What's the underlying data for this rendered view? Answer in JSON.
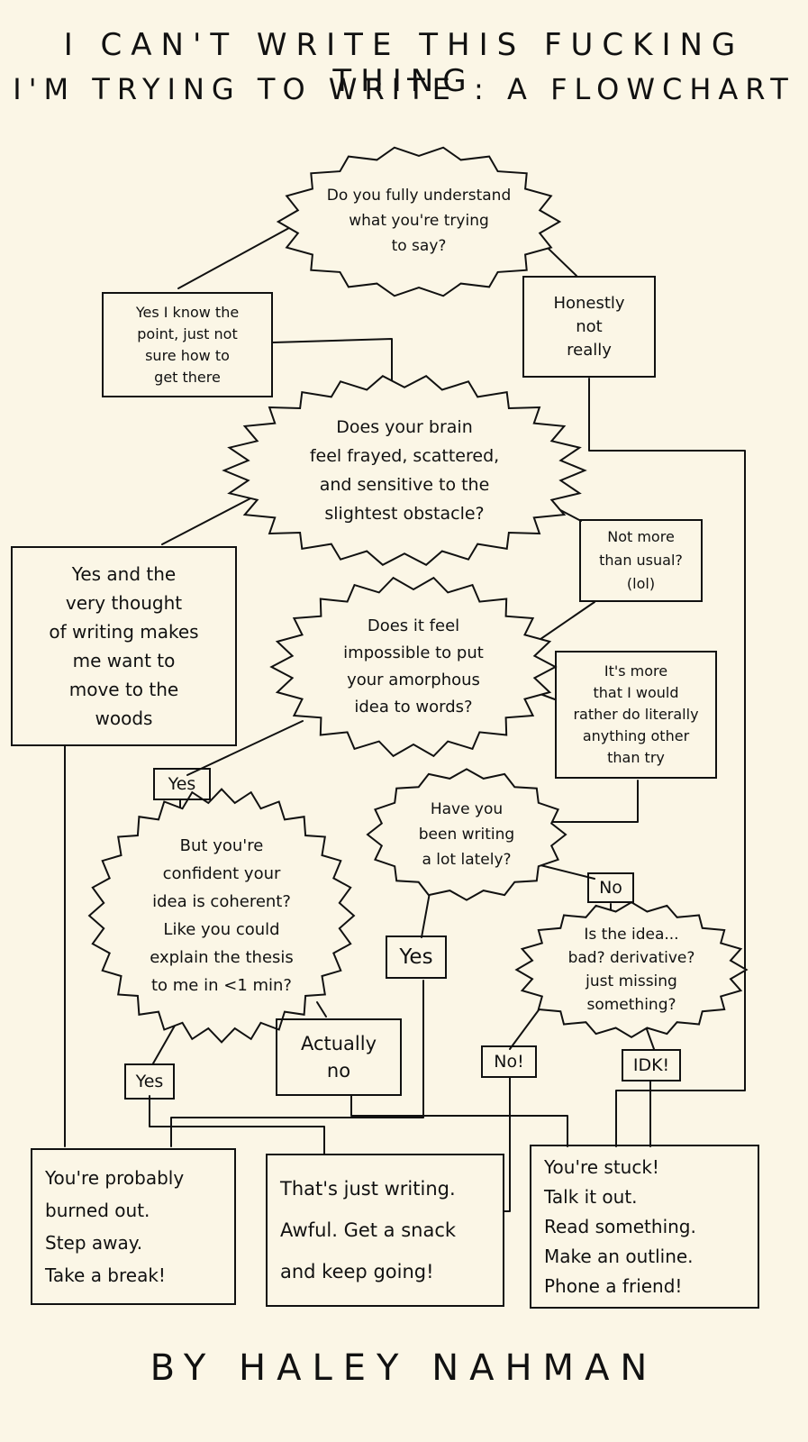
{
  "title": {
    "line1": "I CAN'T WRITE THIS FUCKING THING",
    "line2": "I'M TRYING TO WRITE : A FLOWCHART"
  },
  "byline": "BY HALEY NAHMAN",
  "nodes": {
    "q_understand": [
      "Do you fully understand",
      "what you're trying",
      "to say?"
    ],
    "a_yes_know_point": [
      "Yes I know the",
      "point, just not",
      "sure how to",
      "get there"
    ],
    "a_honestly_not": [
      "Honestly",
      "not",
      "really"
    ],
    "q_brain_frayed": [
      "Does your brain",
      "feel frayed, scattered,",
      "and sensitive to the",
      "slightest obstacle?"
    ],
    "a_yes_woods": [
      "Yes and the",
      "very thought",
      "of writing makes",
      "me want to",
      "move to the",
      "woods"
    ],
    "a_not_more": [
      "Not more",
      "than usual?",
      "(lol)"
    ],
    "q_impossible": [
      "Does it feel",
      "impossible to put",
      "your amorphous",
      "idea to words?"
    ],
    "a_rather_do": [
      "It's more",
      "that I would",
      "rather do literally",
      "anything other",
      "than try"
    ],
    "a_yes_1": [
      "Yes"
    ],
    "q_confident": [
      "But you're",
      "confident your",
      "idea is coherent?",
      "Like you could",
      "explain the thesis",
      "to me in <1 min?"
    ],
    "q_writing_lately": [
      "Have you",
      "been writing",
      "a lot lately?"
    ],
    "a_no_1": [
      "No"
    ],
    "a_yes_2": [
      "Yes"
    ],
    "q_idea_bad": [
      "Is the idea...",
      "bad? derivative?",
      "just missing",
      "something?"
    ],
    "a_yes_3": [
      "Yes"
    ],
    "a_actually_no": [
      "Actually",
      "no"
    ],
    "a_no_2": [
      "No!"
    ],
    "a_idk": [
      "IDK!"
    ],
    "r_burned_out": [
      "You're probably",
      "burned out.",
      "Step away.",
      "Take a break!"
    ],
    "r_just_writing": [
      "That's just writing.",
      "Awful. Get a snack",
      "and keep going!"
    ],
    "r_stuck": [
      "You're stuck!",
      "Talk it out.",
      "Read something.",
      "Make an outline.",
      "Phone a friend!"
    ]
  }
}
